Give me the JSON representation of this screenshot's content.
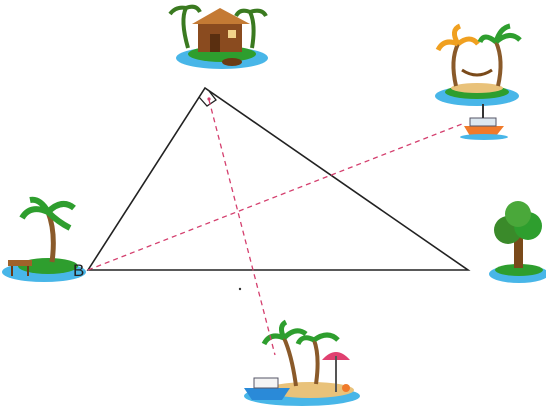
{
  "diagram": {
    "vertex_labels": {
      "b": "B"
    },
    "right_angle_at": "apex",
    "colors": {
      "triangle": "#222222",
      "dashed": "#d43f6e",
      "water": "#48b6e8",
      "sand": "#e9c27a",
      "grass": "#2e9e2e",
      "hut": "#8a4b1f",
      "boat": "#f07a2a"
    },
    "islands": [
      {
        "name": "hut-island",
        "icon": "hut-on-island-icon"
      },
      {
        "name": "hammock-island",
        "icon": "palm-hammock-island-icon"
      },
      {
        "name": "boat",
        "icon": "sailboat-icon"
      },
      {
        "name": "dock-island",
        "icon": "palm-dock-island-icon"
      },
      {
        "name": "tree-island",
        "icon": "tree-island-icon"
      },
      {
        "name": "beach-island",
        "icon": "beach-umbrella-boat-island-icon"
      }
    ]
  }
}
